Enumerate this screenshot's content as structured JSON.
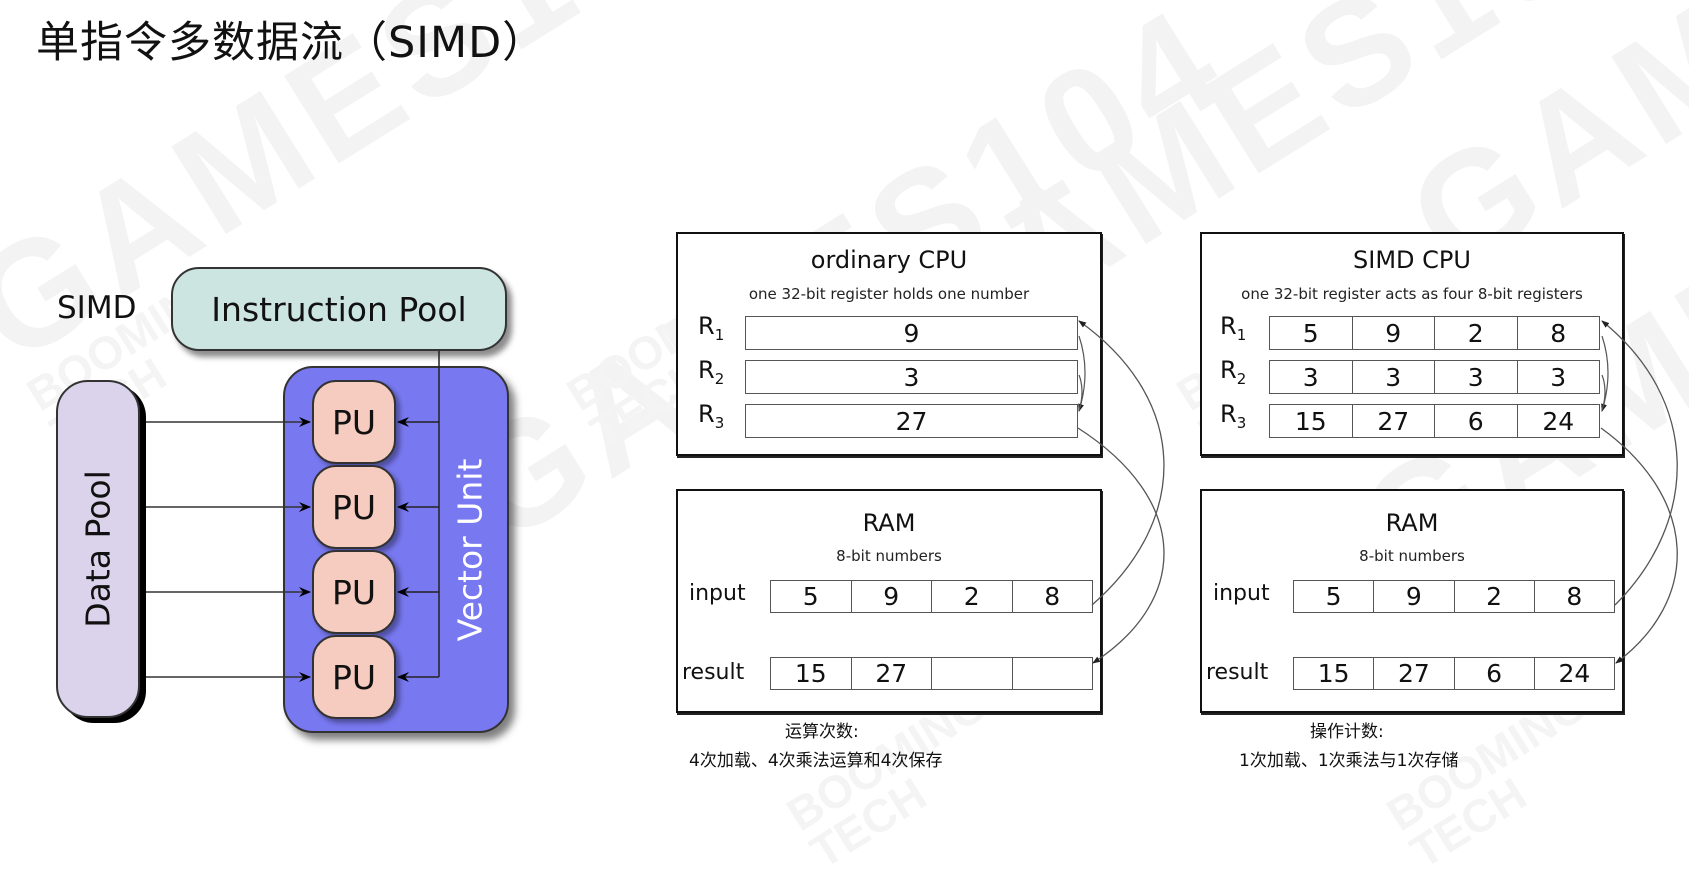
{
  "title": "单指令多数据流（SIMD）",
  "watermark": "GAMES104",
  "watermark_small": [
    "BOOMING",
    "TECH"
  ],
  "simd_diagram": {
    "label": "SIMD",
    "instruction_pool": "Instruction Pool",
    "data_pool": "Data Pool",
    "vector_unit": "Vector Unit",
    "processing_units": [
      "PU",
      "PU",
      "PU",
      "PU"
    ],
    "colors": {
      "instruction_pool": "#cce5e0",
      "data_pool": "#dad3eb",
      "vector_unit": "#7878f0",
      "processing_unit": "#f7ccc0"
    }
  },
  "ordinary": {
    "cpu": {
      "title": "ordinary CPU",
      "subtitle": "one 32-bit register holds one number",
      "registers": [
        {
          "name": "R",
          "sub": "1",
          "values": [
            "9"
          ]
        },
        {
          "name": "R",
          "sub": "2",
          "values": [
            "3"
          ]
        },
        {
          "name": "R",
          "sub": "3",
          "values": [
            "27"
          ]
        }
      ]
    },
    "ram": {
      "title": "RAM",
      "subtitle": "8-bit numbers",
      "input_label": "input",
      "input": [
        "5",
        "9",
        "2",
        "8"
      ],
      "result_label": "result",
      "result": [
        "15",
        "27",
        "",
        ""
      ]
    },
    "caption_line1": "运算次数:",
    "caption_line2": "4次加载、4次乘法运算和4次保存"
  },
  "simd": {
    "cpu": {
      "title": "SIMD CPU",
      "subtitle": "one 32-bit register acts as four 8-bit registers",
      "registers": [
        {
          "name": "R",
          "sub": "1",
          "values": [
            "5",
            "9",
            "2",
            "8"
          ]
        },
        {
          "name": "R",
          "sub": "2",
          "values": [
            "3",
            "3",
            "3",
            "3"
          ]
        },
        {
          "name": "R",
          "sub": "3",
          "values": [
            "15",
            "27",
            "6",
            "24"
          ]
        }
      ]
    },
    "ram": {
      "title": "RAM",
      "subtitle": "8-bit numbers",
      "input_label": "input",
      "input": [
        "5",
        "9",
        "2",
        "8"
      ],
      "result_label": "result",
      "result": [
        "15",
        "27",
        "6",
        "24"
      ]
    },
    "caption_line1": "操作计数:",
    "caption_line2": "1次加载、1次乘法与1次存储"
  }
}
